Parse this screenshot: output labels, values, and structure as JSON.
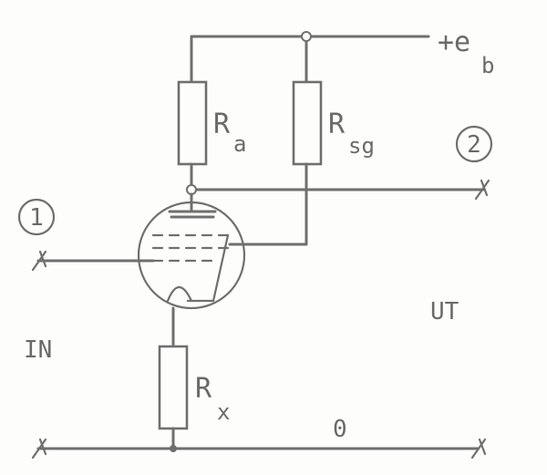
{
  "diagram": {
    "supply_label": "+e",
    "supply_subscript": "b",
    "anode_resistor": {
      "symbol": "R",
      "subscript": "a"
    },
    "screen_resistor": {
      "symbol": "R",
      "subscript": "sg"
    },
    "cathode_resistor": {
      "symbol": "R",
      "subscript": "x"
    },
    "input_port": "1",
    "output_port": "2",
    "input_label": "IN",
    "output_label": "UT",
    "ground_label": "0"
  },
  "colors": {
    "ink": "#6f6f6f",
    "paper": "#fdfdfb"
  }
}
